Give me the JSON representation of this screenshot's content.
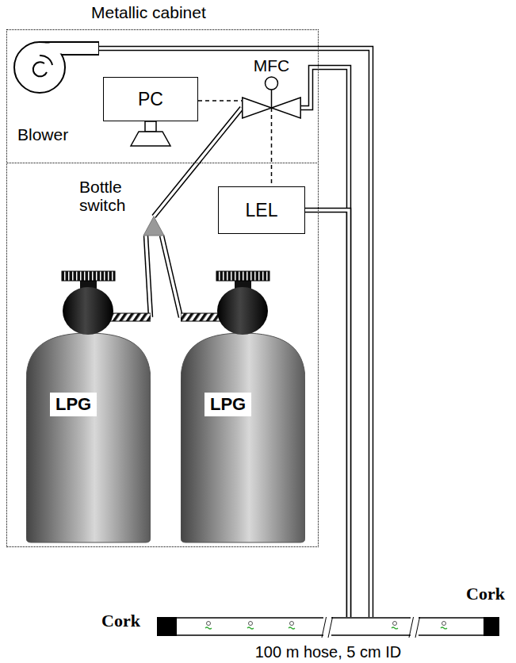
{
  "diagram": {
    "nodes": [
      {
        "text": [
          "Metallic cabinet"
        ]
      },
      {
        "text": [
          "Blower"
        ],
        "in": 0
      },
      {
        "text": [
          "PC"
        ],
        "in": 0
      },
      {
        "text": [
          "MFC"
        ],
        "in": 0
      },
      {
        "text": [
          "Bottle switch"
        ],
        "in": 0
      },
      {
        "text": [
          "LEL"
        ],
        "in": 0
      },
      {
        "text": [
          "LPG"
        ],
        "in": 0
      },
      {
        "text": [
          "LPG"
        ],
        "in": 0
      },
      {
        "text": [
          "100 m hose, 5 cm ID"
        ]
      }
    ],
    "edges": [
      {
        "from": 2,
        "to": 3,
        "arrow": "none"
      },
      {
        "from": 3,
        "to": 5,
        "arrow": "none"
      },
      {
        "from": 4,
        "to": 3,
        "arrow": "none"
      },
      {
        "from": 6,
        "to": 4,
        "arrow": "none"
      },
      {
        "from": 7,
        "to": 4,
        "arrow": "none"
      },
      {
        "from": 1,
        "to": 8,
        "arrow": "none"
      },
      {
        "from": 3,
        "to": 8,
        "arrow": "none"
      },
      {
        "from": 5,
        "to": 8,
        "arrow": "none"
      }
    ],
    "labels": [
      "Cork",
      "Cork"
    ]
  }
}
